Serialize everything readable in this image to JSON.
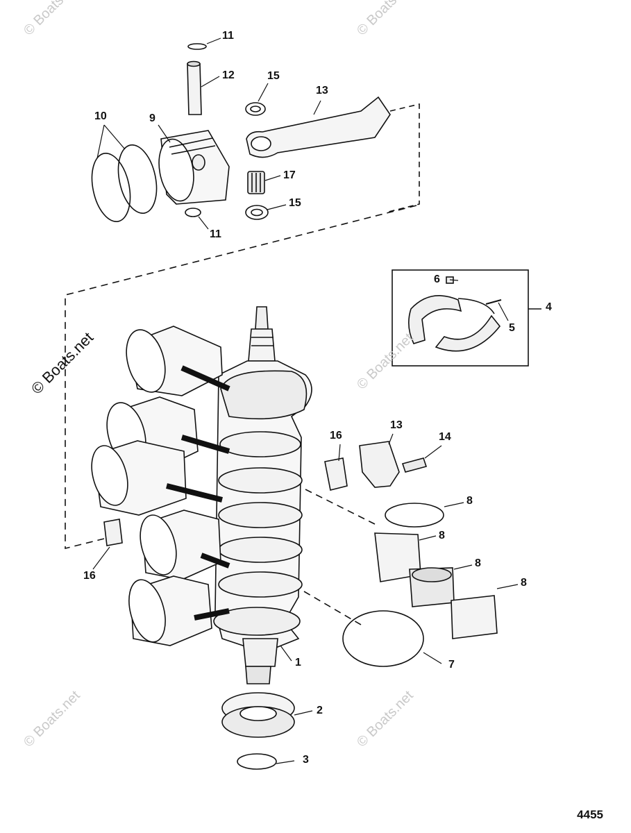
{
  "watermark": {
    "text": "© Boats.net"
  },
  "drawing_id": "4455",
  "callouts": {
    "c1": "1",
    "c2": "2",
    "c3": "3",
    "c4": "4",
    "c5": "5",
    "c6": "6",
    "c7": "7",
    "c8a": "8",
    "c8b": "8",
    "c8c": "8",
    "c8d": "8",
    "c9": "9",
    "c10": "10",
    "c11a": "11",
    "c11b": "11",
    "c12": "12",
    "c13a": "13",
    "c13b": "13",
    "c14": "14",
    "c15a": "15",
    "c15b": "15",
    "c16a": "16",
    "c16b": "16",
    "c17": "17"
  }
}
